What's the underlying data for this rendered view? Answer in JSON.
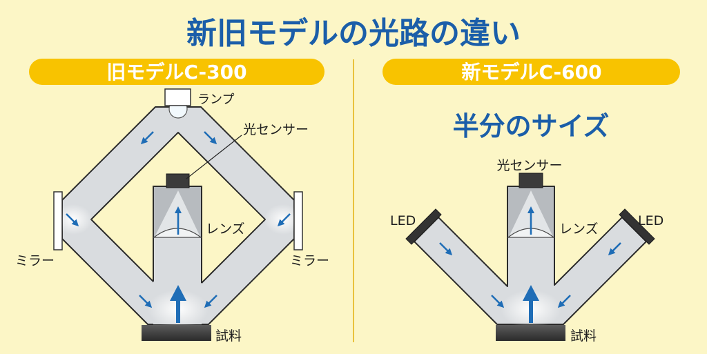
{
  "title": "新旧モデルの光路の違い",
  "old_model": {
    "label": "旧モデルC-300",
    "lamp_label": "ランプ",
    "sensor_label": "光センサー",
    "lens_label": "レンズ",
    "mirror_left_label": "ミラー",
    "mirror_right_label": "ミラー",
    "sample_label": "試料"
  },
  "new_model": {
    "label": "新モデルC-600",
    "subtitle": "半分のサイズ",
    "sensor_label": "光センサー",
    "lens_label": "レンズ",
    "led_left_label": "LED",
    "led_right_label": "LED",
    "sample_label": "試料"
  },
  "colors": {
    "background": "#fcf6c6",
    "title_blue": "#1b5ea9",
    "pill": "#f8c300",
    "arrow_blue": "#1f6db6",
    "divider": "#e9c23c",
    "light_path": "#d9dcdf"
  }
}
